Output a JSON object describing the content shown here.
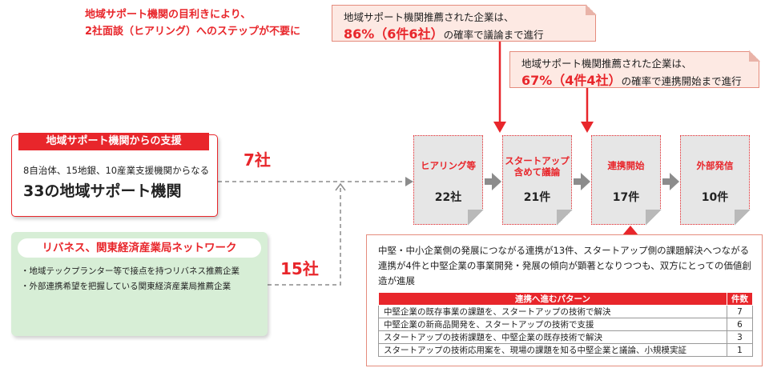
{
  "top_note": {
    "line1": "地域サポート機関の目利きにより、",
    "line2": "2社面談（ヒアリング）へのステップが不要に"
  },
  "callout1": {
    "line1": "地域サポート機関推薦された企業は、",
    "highlight": "86%（6件6社）",
    "rest": "の確率で議論まで進行"
  },
  "callout2": {
    "line1": "地域サポート機関推薦された企業は、",
    "highlight": "67%（4件4社）",
    "rest": "の確率で連携開始まで進行"
  },
  "support_box": {
    "title": "地域サポート機関からの支援",
    "line1": "8自治体、15地銀、10産業支援機関からなる",
    "line2": "33の地域サポート機関"
  },
  "green_box": {
    "title": "リバネス、関東経済産業局ネットワーク",
    "items": [
      "・地域テックプランター等で接点を持つリバネス推薦企業",
      "・外部連携希望を把握している関東経済産業局推薦企業"
    ]
  },
  "counts": {
    "support": "7社",
    "green": "15社"
  },
  "steps": [
    {
      "label": "ヒアリング等",
      "value": "22社"
    },
    {
      "label": "スタートアップ\n含めて議論",
      "value": "21件"
    },
    {
      "label": "連携開始",
      "value": "17件"
    },
    {
      "label": "外部発信",
      "value": "10件"
    }
  ],
  "panel": {
    "description": "中堅・中小企業側の発展につながる連携が13件、スタートアップ側の課題解決へつながる連携が4件と中堅企業の事業開発・発展の傾向が顕著となりつつも、双方にとっての価値創造が進展",
    "table_headers": [
      "連携へ進むパターン",
      "件数"
    ],
    "table_rows": [
      [
        "中堅企業の既存事業の課題を、スタートアップの技術で解決",
        "7"
      ],
      [
        "中堅企業の新商品開発を、スタートアップの技術で支援",
        "6"
      ],
      [
        "スタートアップの技術課題を、中堅企業の既存技術で解決",
        "3"
      ],
      [
        "スタートアップの技術応用案を、現場の課題を知る中堅企業と議論、小規模実証",
        "1"
      ]
    ]
  },
  "colors": {
    "accent_red": "#e8262b",
    "callout_bg": "#fde9e3",
    "green_bg": "#d7eed6",
    "doc_bg": "#e6e6e6"
  }
}
